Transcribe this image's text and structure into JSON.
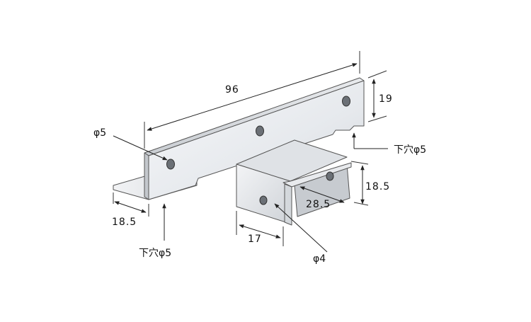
{
  "dimensions": {
    "length": "96",
    "height_large": "19",
    "flange_large": "18.5",
    "width_small": "17",
    "inner_gap": "28.5",
    "height_small": "18.5"
  },
  "holes": {
    "top_large": "φ5",
    "bottom_hole_right": "下穴φ5",
    "bottom_hole_left": "下穴φ5",
    "small_bracket": "φ4"
  },
  "colors": {
    "metal_light": "#eef0f3",
    "metal_mid": "#d7dbe0",
    "metal_dark": "#b3b8be",
    "line": "#222222"
  }
}
